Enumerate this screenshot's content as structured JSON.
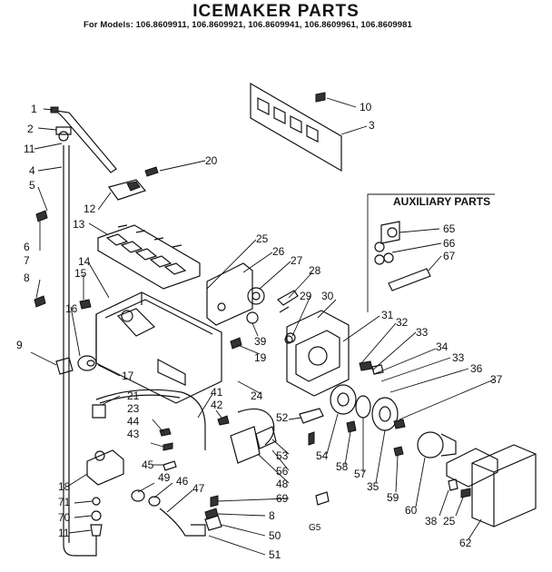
{
  "title": "ICEMAKER PARTS",
  "models_line": "For Models: 106.8609911, 106.8609921, 106.8609941, 106.8609961, 106.8609981",
  "auxiliary_title": "AUXILIARY PARTS",
  "footer_code": "G5",
  "callouts": [
    "1",
    "2",
    "11",
    "4",
    "5",
    "6",
    "7",
    "8",
    "9",
    "10",
    "3",
    "20",
    "12",
    "13",
    "25",
    "26",
    "27",
    "28",
    "14",
    "15",
    "16",
    "29",
    "30",
    "31",
    "32",
    "33",
    "34",
    "33",
    "36",
    "37",
    "39",
    "19",
    "24",
    "17",
    "21",
    "23",
    "44",
    "43",
    "41",
    "42",
    "52",
    "53",
    "56",
    "48",
    "69",
    "54",
    "58",
    "57",
    "35",
    "59",
    "60",
    "38",
    "25",
    "62",
    "18",
    "71",
    "70",
    "11",
    "45",
    "49",
    "46",
    "47",
    "8",
    "50",
    "51",
    "65",
    "66",
    "67"
  ]
}
